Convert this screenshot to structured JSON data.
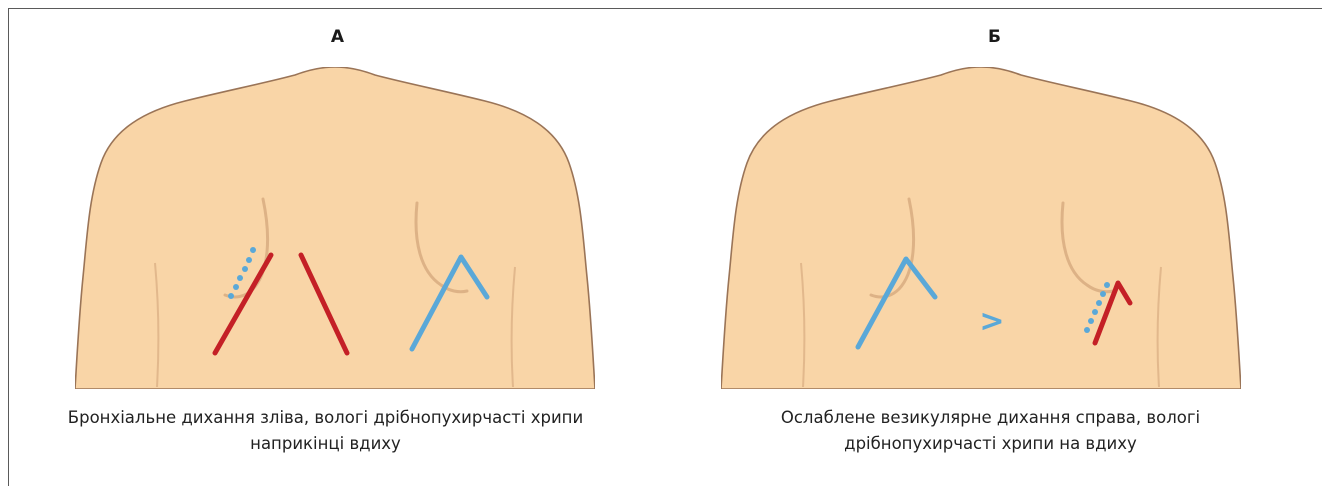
{
  "colors": {
    "skin": "#f9d5a7",
    "skin_outline": "#9a7457",
    "skin_shadow": "#d8ab80",
    "bronchial_mark": "#c42026",
    "vesicular_mark": "#5aa8d8",
    "rales_dots": "#5aa8d8"
  },
  "panels": [
    {
      "label": "А",
      "caption_line1": "Бронхіальне дихання зліва, вологі дрібнопухирчасті хрипи",
      "caption_line2": "наприкінці вдиху"
    },
    {
      "label": "Б",
      "caption_line1": "Ослаблене везикулярне дихання справа, вологі",
      "caption_line2": "дрібнопухирчасті хрипи на вдиху",
      "comparison_symbol": ">"
    }
  ]
}
